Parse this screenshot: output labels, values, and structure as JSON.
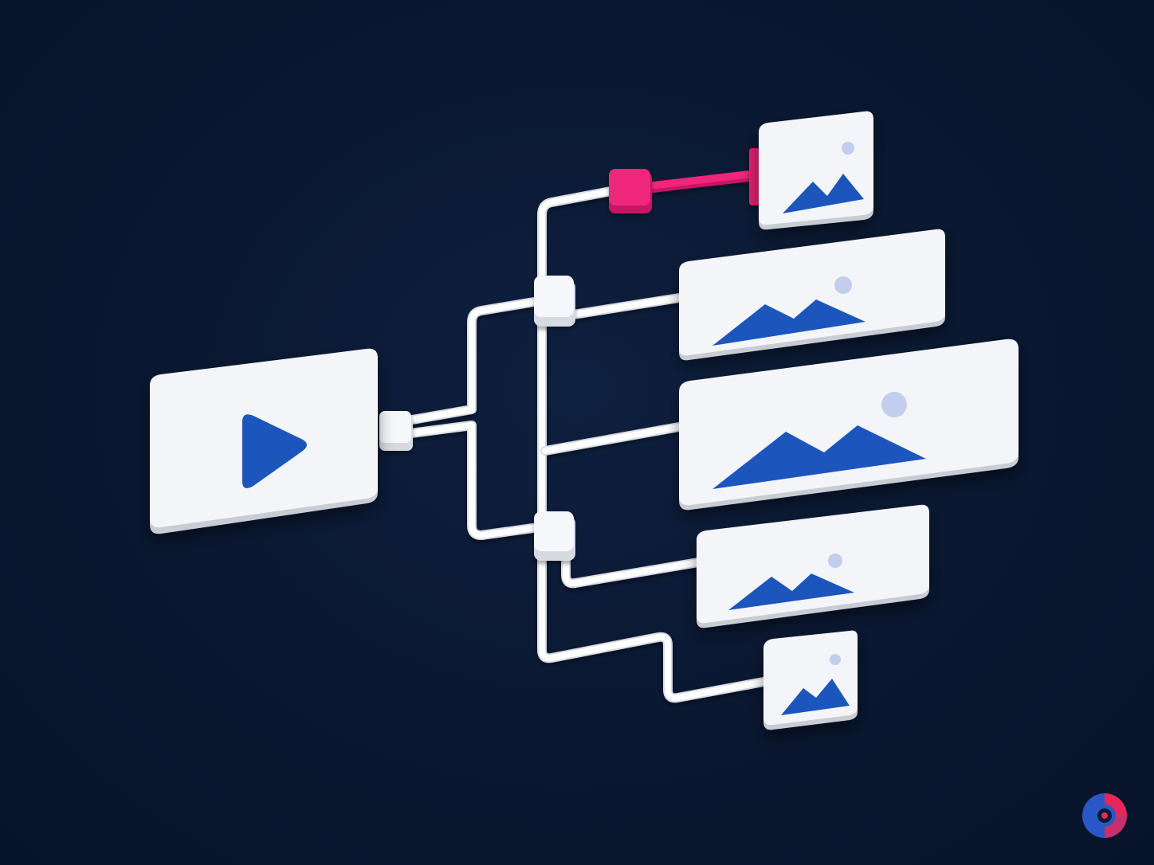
{
  "diagram": {
    "kind": "video-to-images flow",
    "source": {
      "icon": "play-icon"
    },
    "outputs": [
      {
        "icon": "image-icon",
        "connector": "highlighted"
      },
      {
        "icon": "image-icon",
        "connector": "normal"
      },
      {
        "icon": "image-icon",
        "connector": "normal"
      },
      {
        "icon": "image-icon",
        "connector": "normal"
      },
      {
        "icon": "image-icon",
        "connector": "normal"
      }
    ],
    "brand_icon": "brand-logo-icon"
  },
  "colors": {
    "background": "#0b1a33",
    "card": "#f4f5f8",
    "card_side": "#c9ccd3",
    "accent_blue": "#1f57bd",
    "sun": "#c3cdee",
    "highlight_pink": "#f0287c",
    "cable": "#ffffff",
    "logo_blue": "#2a57c8",
    "logo_red": "#e4285a"
  }
}
